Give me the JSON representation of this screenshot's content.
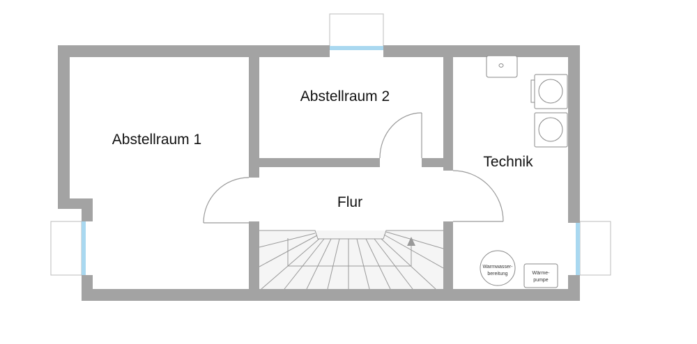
{
  "rooms": {
    "abstellraum1": "Abstellraum 1",
    "abstellraum2": "Abstellraum 2",
    "flur": "Flur",
    "technik": "Technik"
  },
  "equipment": {
    "warmwasser_line1": "Warmwasser-",
    "warmwasser_line2": "bereitung",
    "waermepumpe_line1": "Wärme-",
    "waermepumpe_line2": "pumpe"
  },
  "colors": {
    "wall": "#a3a3a3",
    "window": "#a9d8f0"
  }
}
